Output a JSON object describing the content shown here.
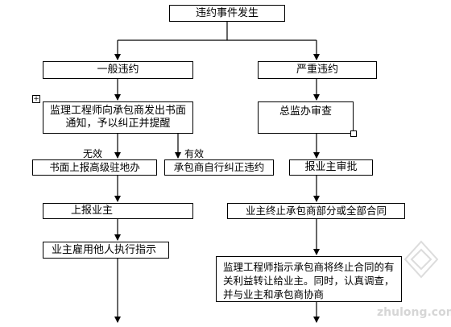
{
  "nodes": {
    "start": "违约事件发生",
    "general": "一般违约",
    "serious": "严重违约",
    "engineer_notice": "监理工程师向承包商发出书面通知，予以纠正并提醒",
    "director_review": "总监办审查",
    "report_office": "书面上报高级驻地办",
    "self_correct": "承包商自行纠正违约",
    "report_owner_approval": "报业主审批",
    "report_owner": "上报业主",
    "terminate_contract": "业主终止承包商部分或全部合同",
    "hire_other": "业主雇用他人执行指示",
    "transfer_rights": "监理工程师指示承包商将终止合同的有关利益转让给业主。同时，认真调查，并与业主和承包商协商"
  },
  "labels": {
    "invalid": "无效",
    "valid": "有效"
  },
  "watermark": "zhulong.com"
}
